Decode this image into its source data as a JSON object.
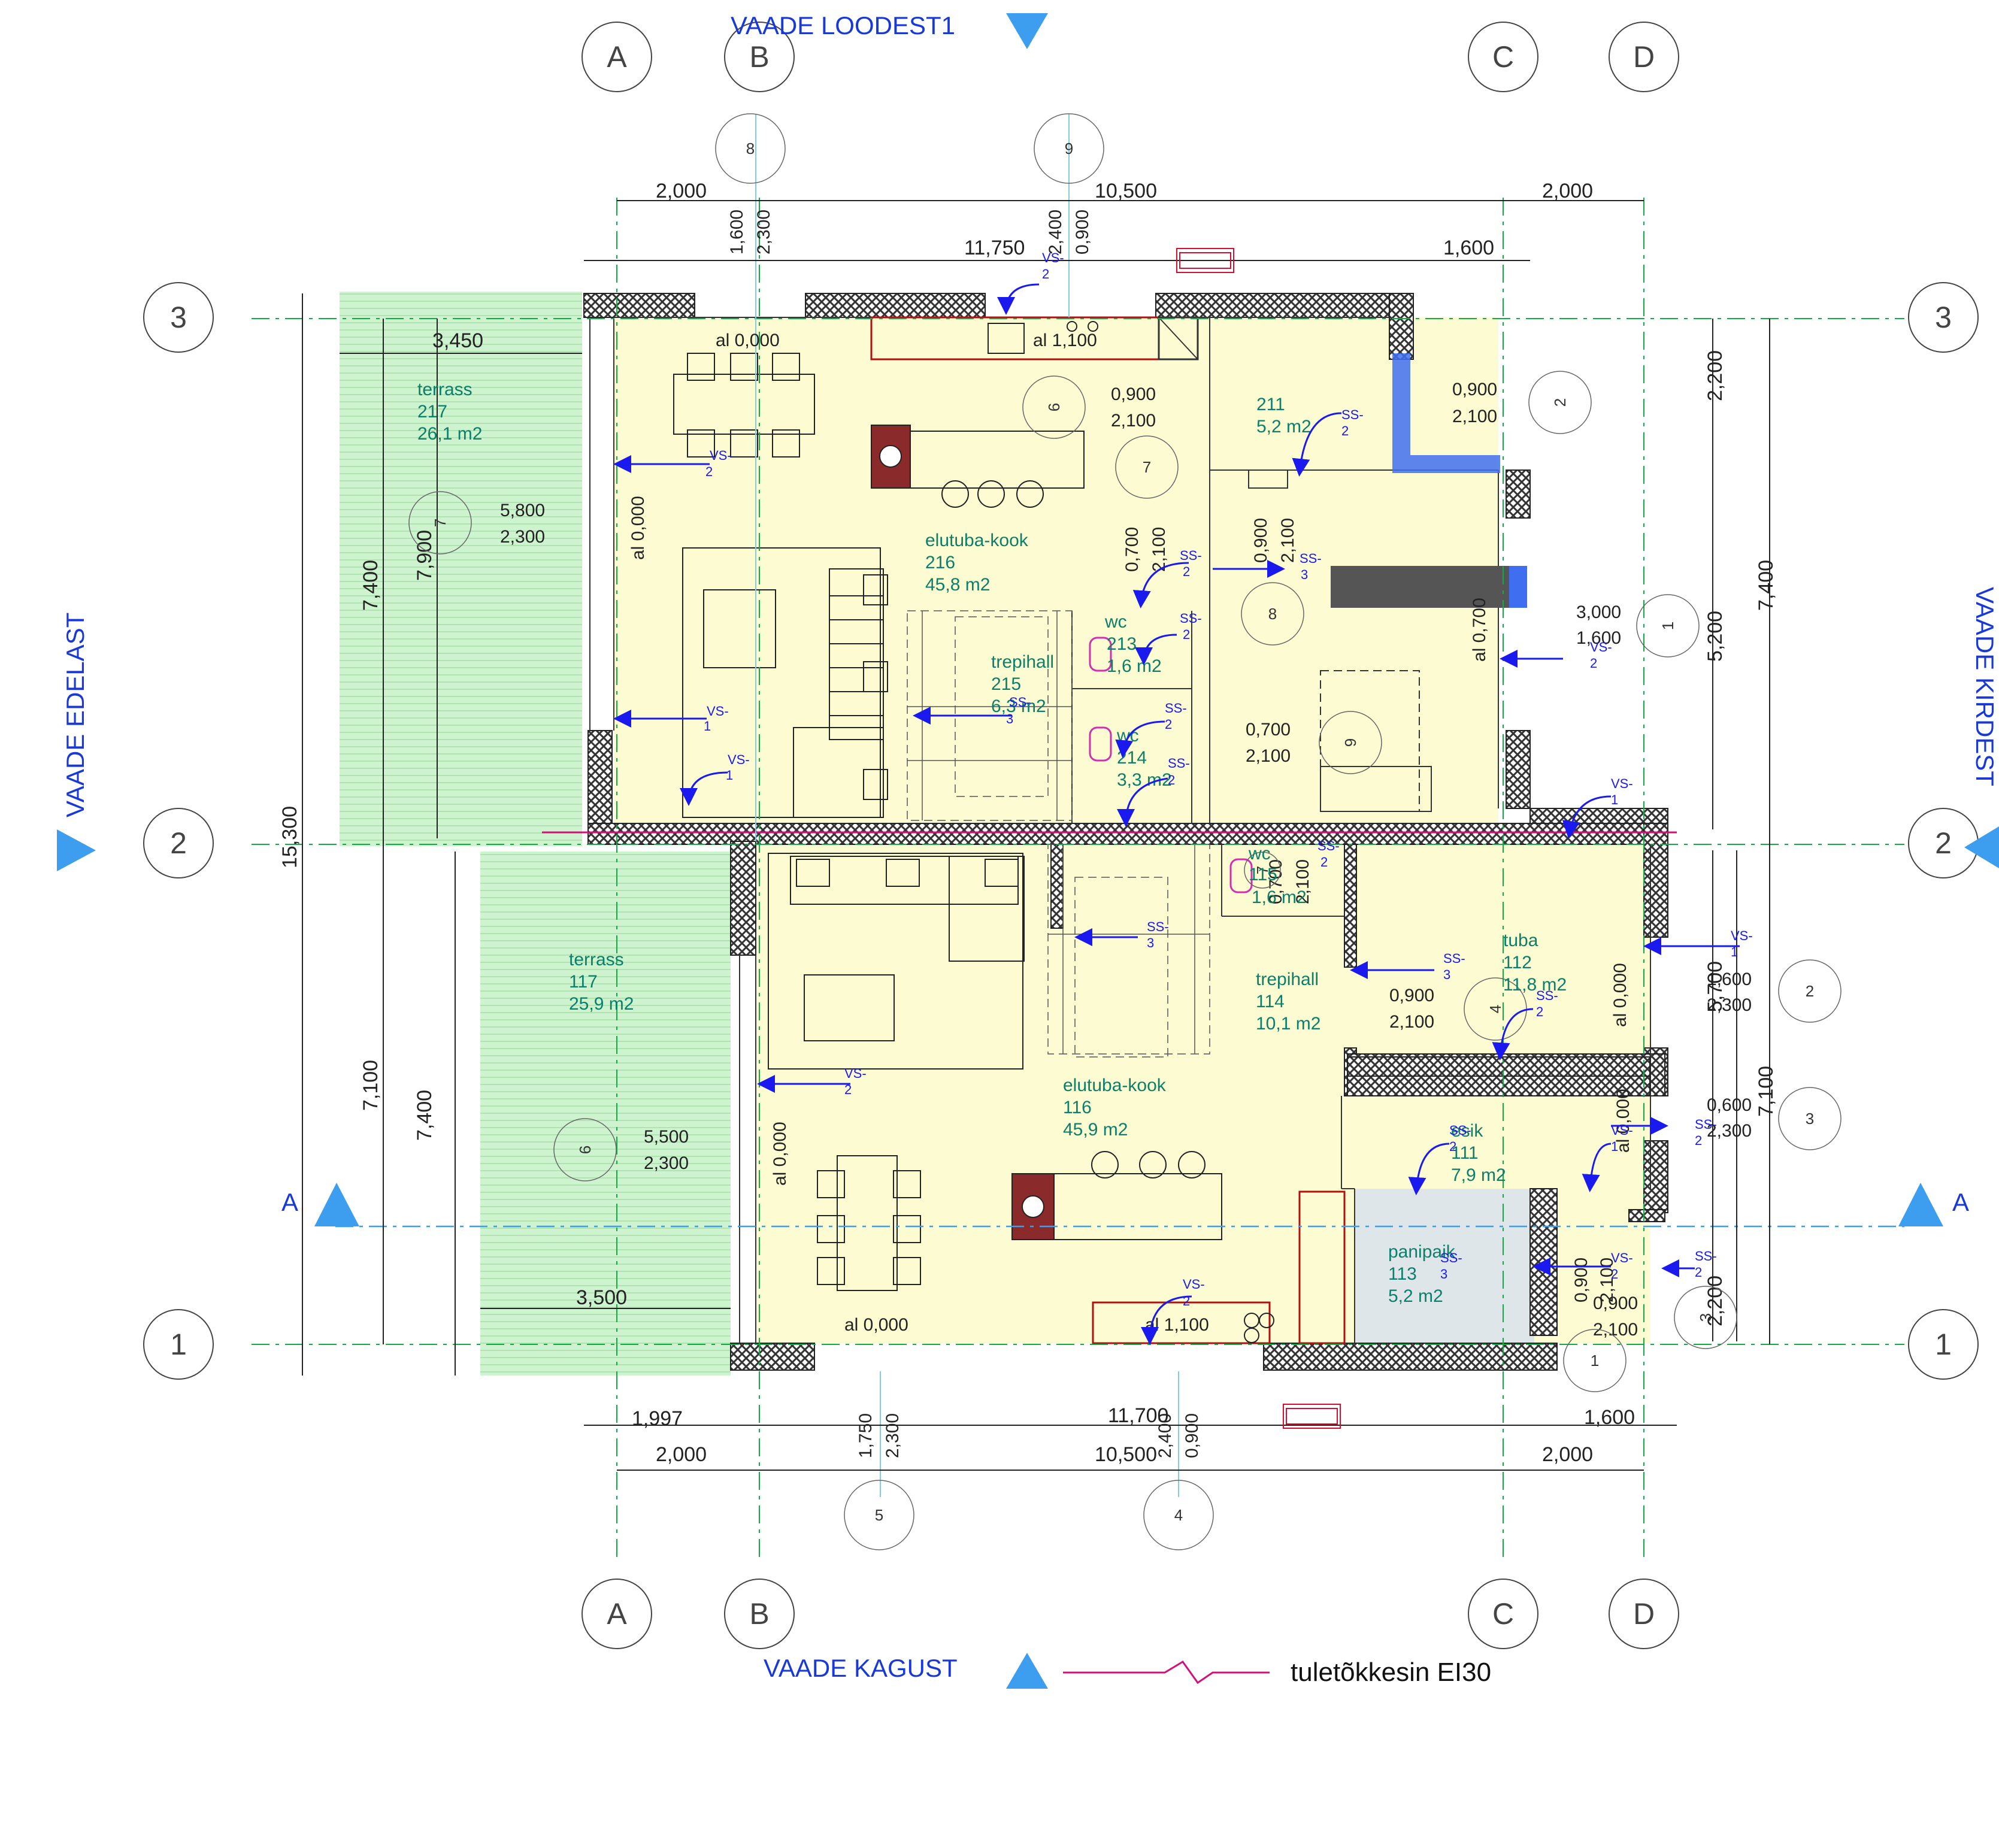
{
  "axes": {
    "cols": [
      "A",
      "B",
      "C",
      "D"
    ],
    "rows": [
      "1",
      "2",
      "3"
    ]
  },
  "views": {
    "north": "VAADE LOODEST1",
    "south": "VAADE KAGUST",
    "west": "VAADE EDELAST",
    "east": "VAADE KIRDEST",
    "section": "A"
  },
  "legend": {
    "label": "tuletõkkesin EI30"
  },
  "dimensions": {
    "top_row1": [
      "2,000",
      "10,500",
      "2,000"
    ],
    "top_row2": [
      "11,750",
      "1,600"
    ],
    "bottom_row1": [
      "1,997",
      "11,700",
      "1,600"
    ],
    "bottom_row2": [
      "2,000",
      "10,500",
      "2,000"
    ],
    "left_15300": "15,300",
    "left_7400a": "7,400",
    "left_7900": "7,900",
    "left_7100": "7,100",
    "left_7400b": "7,400",
    "terr_3450": "3,450",
    "terr_3500": "3,500",
    "right_7400": "7,400",
    "right_2200a": "2,200",
    "right_5200": "5,200",
    "right_5700": "5,700",
    "right_7100": "7,100",
    "right_2200b": "2,200"
  },
  "window_tags": [
    {
      "id": "8",
      "w": "1,600",
      "h": "2,300"
    },
    {
      "id": "9",
      "w": "2,400",
      "h": "0,900"
    },
    {
      "id": "5",
      "w": "1,750",
      "h": "2,300"
    },
    {
      "id": "4",
      "w": "2,400",
      "h": "0,900"
    }
  ],
  "inner_tags": {
    "t6": "6",
    "t6_w": "0,900",
    "t6_h": "2,100",
    "t7": "7",
    "t7_w": "0,700",
    "t7_h": "2,100",
    "t2": "2",
    "t2_w": "0,900",
    "t2_h": "2,100",
    "t8": "8",
    "t8_w": "0,900",
    "t8_h": "2,100",
    "t1": "1",
    "t1_w": "3,000",
    "t1_h": "1,600",
    "t9": "9",
    "t9_w": "0,700",
    "t9_h": "2,100",
    "w7": "7",
    "w7_w": "5,800",
    "w7_h": "2,300",
    "w6": "6",
    "w6_w": "5,500",
    "w6_h": "2,300",
    "r2": "2",
    "r2_w": "1,600",
    "r2_h": "2,300",
    "r3": "3",
    "r3_w": "0,600",
    "r3_h": "2,300",
    "d4": "4",
    "d4_w": "0,900",
    "d4_h": "2,100",
    "d3": "3",
    "d3_w": "0,900",
    "d3_h": "2,100",
    "d1": "1",
    "d1_w": "0,900",
    "d1_h": "2,100",
    "d7": "7",
    "d7_w": "0,700",
    "d7_h": "2,100"
  },
  "rooms": [
    {
      "name": "terrass",
      "num": "217",
      "area": "26,1 m2"
    },
    {
      "name": "elutuba-kook",
      "num": "216",
      "area": "45,8 m2"
    },
    {
      "name": "trepihall",
      "num": "215",
      "area": "6,3 m2"
    },
    {
      "name": "wc",
      "num": "213",
      "area": "1,6 m2"
    },
    {
      "name": "wc",
      "num": "214",
      "area": "3,3 m2"
    },
    {
      "name": "",
      "num": "211",
      "area": "5,2 m2"
    },
    {
      "name": "terrass",
      "num": "117",
      "area": "25,9 m2"
    },
    {
      "name": "elutuba-kook",
      "num": "116",
      "area": "45,9 m2"
    },
    {
      "name": "trepihall",
      "num": "114",
      "area": "10,1 m2"
    },
    {
      "name": "wc",
      "num": "115",
      "area": "1,6 m2"
    },
    {
      "name": "tuba",
      "num": "112",
      "area": "11,8 m2"
    },
    {
      "name": "esik",
      "num": "111",
      "area": "7,9 m2"
    },
    {
      "name": "panipaik",
      "num": "113",
      "area": "5,2 m2"
    }
  ],
  "levels": {
    "l1": "al 0,000",
    "l2": "al 1,100",
    "l3": "al 0,000",
    "l4": "al 0,700",
    "l5": "al 0,000",
    "l6": "al 0,000",
    "l7": "al 0,000",
    "l8": "al 0,000",
    "l9": "al 1,100"
  },
  "markers": [
    {
      "a": "VS-",
      "b": "2"
    },
    {
      "a": "VS-",
      "b": "2"
    },
    {
      "a": "VS-",
      "b": "1"
    },
    {
      "a": "VS-",
      "b": "1"
    },
    {
      "a": "SS-",
      "b": "2"
    },
    {
      "a": "SS-",
      "b": "3"
    },
    {
      "a": "SS-",
      "b": "2"
    },
    {
      "a": "SS-",
      "b": "3"
    },
    {
      "a": "SS-",
      "b": "2"
    },
    {
      "a": "SS-",
      "b": "2"
    },
    {
      "a": "SS-",
      "b": "2"
    },
    {
      "a": "VS-",
      "b": "2"
    },
    {
      "a": "VS-",
      "b": "1"
    },
    {
      "a": "VS-",
      "b": "1"
    },
    {
      "a": "SS-",
      "b": "3"
    },
    {
      "a": "SS-",
      "b": "3"
    },
    {
      "a": "SS-",
      "b": "2"
    },
    {
      "a": "SS-",
      "b": "2"
    },
    {
      "a": "VS-",
      "b": "2"
    },
    {
      "a": "VS-",
      "b": "2"
    },
    {
      "a": "VS-",
      "b": "1"
    },
    {
      "a": "SS-",
      "b": "2"
    },
    {
      "a": "SS-",
      "b": "3"
    },
    {
      "a": "VS-",
      "b": "2"
    },
    {
      "a": "SS-",
      "b": "2"
    },
    {
      "a": "SS-",
      "b": "2"
    }
  ],
  "colors": {
    "interior": "#fdfbd2",
    "terrace": "#cdf3cf",
    "storage": "#dfe6ea",
    "wall_hatch": "#555555",
    "axis_line": "#11aa44",
    "section_blue": "#3d9ef0",
    "fire_line": "#d0117a",
    "marker_blue": "#1a1aee",
    "room_text": "#0b7f6a"
  }
}
